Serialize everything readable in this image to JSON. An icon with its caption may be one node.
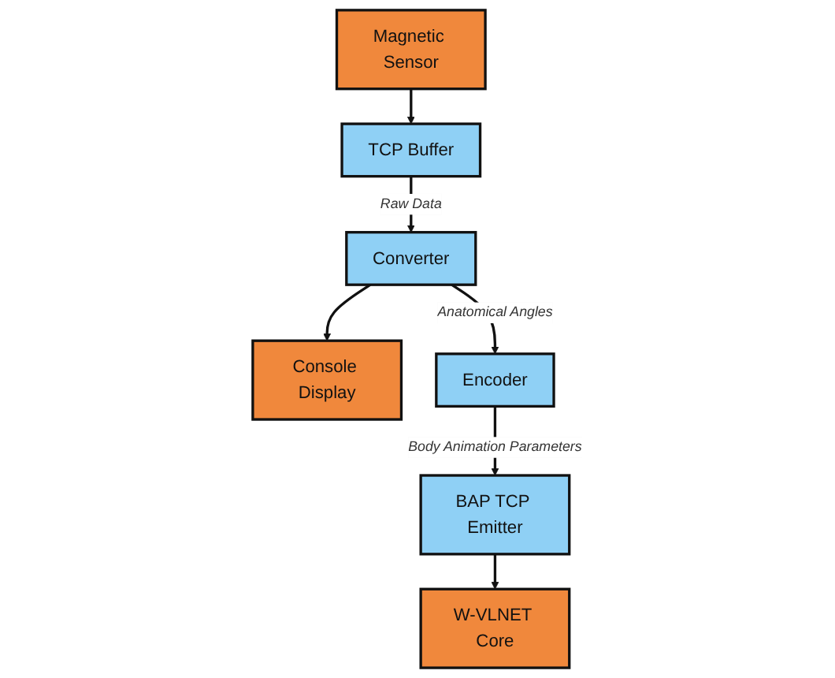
{
  "diagram": {
    "nodes": [
      {
        "text": [
          "Magnetic Sensor"
        ]
      },
      {
        "text": [
          "TCP Buffer"
        ]
      },
      {
        "text": [
          "Console Display"
        ]
      },
      {
        "text": [
          "Converter"
        ]
      },
      {
        "text": [
          "Encoder"
        ]
      },
      {
        "text": [
          "W-VLNET Core"
        ]
      },
      {
        "text": [
          "BAP TCP Emitter"
        ]
      }
    ],
    "edges": [
      {
        "from": 0,
        "to": 1,
        "arrow": "to"
      },
      {
        "from": 1,
        "to": 3,
        "arrow": "to",
        "label": "Raw Data"
      },
      {
        "from": 3,
        "to": 2,
        "arrow": "to"
      },
      {
        "from": 3,
        "to": 4,
        "arrow": "to",
        "label": "Anatomical Angles"
      },
      {
        "from": 4,
        "to": 6,
        "arrow": "to",
        "label": "Body Animation Parameters"
      },
      {
        "from": 6,
        "to": 5,
        "arrow": "to"
      }
    ]
  }
}
